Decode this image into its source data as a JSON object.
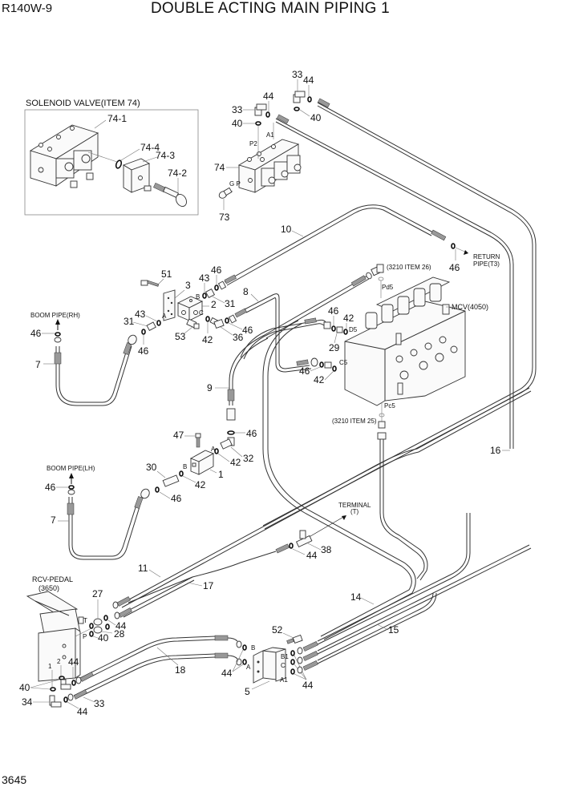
{
  "header": {
    "model": "R140W-9",
    "title": "DOUBLE ACTING MAIN PIPING 1"
  },
  "footer": {
    "page_number": "3645"
  },
  "inset": {
    "title": "SOLENOID VALVE(ITEM 74)",
    "callouts": [
      "74-1",
      "74-4",
      "74-3",
      "74-2"
    ]
  },
  "annotations": {
    "boom_pipe_rh": "BOOM PIPE(RH)",
    "boom_pipe_lh": "BOOM PIPE(LH)",
    "return_pipe_1": "RETURN",
    "return_pipe_2": "PIPE(T3)",
    "mcv": "MCV(4050)",
    "item26": "(3210 ITEM 26)",
    "item25": "(3210 ITEM 25)",
    "terminal_1": "TERMINAL",
    "terminal_2": "(T)",
    "rcv_1": "RCV-PEDAL",
    "rcv_2": "(3650)"
  },
  "port_labels": {
    "p2": "P2",
    "a1_top": "A1",
    "gp": "G P",
    "a": "A",
    "b": "B",
    "c": "C",
    "pd5": "Pd5",
    "d5": "D5",
    "c5": "C5",
    "pc5": "Pc5",
    "blk1_a": "A",
    "blk1_b": "B",
    "t": "T",
    "p": "P",
    "n1": "1",
    "n2": "2",
    "blk5_b": "B",
    "blk5_a": "A",
    "blk5_b1": "B1",
    "blk5_c": "C",
    "blk5_a1": "A1"
  },
  "callouts": {
    "c33a": "33",
    "c44a": "44",
    "c33b": "33",
    "c44b": "44",
    "c40a": "40",
    "c40b": "40",
    "c74": "74",
    "c73": "73",
    "c10": "10",
    "c46ret": "46",
    "c51": "51",
    "c3": "3",
    "c43a": "43",
    "c46a": "46",
    "c2": "2",
    "c31a": "31",
    "c8": "8",
    "c43b": "43",
    "c31b": "31",
    "c53": "53",
    "c42a": "42",
    "c36": "36",
    "c46b": "46",
    "c46rh": "46",
    "c46c": "46",
    "c7a": "7",
    "c46d": "46",
    "c42b": "42",
    "c29": "29",
    "c46e": "46",
    "c42c": "42",
    "c9": "9",
    "c47": "47",
    "c46f": "46",
    "c42d": "42",
    "c32": "32",
    "c1": "1",
    "c30": "30",
    "c42e": "42",
    "c46g": "46",
    "c46lh": "46",
    "c7b": "7",
    "c16": "16",
    "c38": "38",
    "c44c": "44",
    "c11": "11",
    "c17": "17",
    "c27": "27",
    "c44d": "44",
    "c40c": "40",
    "c28": "28",
    "c14": "14",
    "c15": "15",
    "c52": "52",
    "c18": "18",
    "c44e": "44",
    "c40d": "40",
    "c34": "34",
    "c44f": "44",
    "c33c": "33",
    "c44g": "44",
    "c5": "5",
    "c44h": "44"
  }
}
